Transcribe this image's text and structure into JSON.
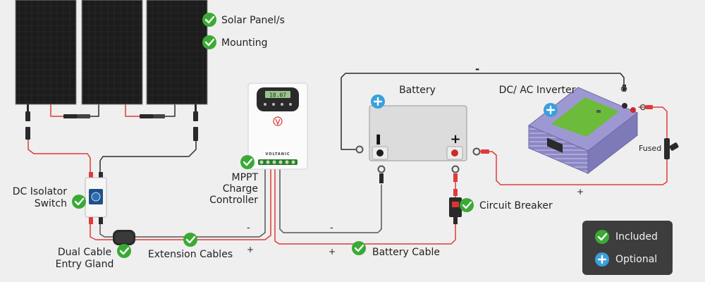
{
  "labels": {
    "solar_panels": "Solar Panel/s",
    "mounting": "Mounting",
    "mppt_line1": "MPPT",
    "mppt_line2": "Charge",
    "mppt_line3": "Controller",
    "dc_isolator_line1": "DC Isolator",
    "dc_isolator_line2": "Switch",
    "gland_line1": "Dual Cable",
    "gland_line2": "Entry Gland",
    "extension_cables": "Extension Cables",
    "battery": "Battery",
    "battery_cable": "Battery Cable",
    "circuit_breaker": "Circuit Breaker",
    "inverter": "DC/ AC Inverter",
    "fused": "Fused",
    "brand": "VOLTANIC",
    "lcd": "18.07"
  },
  "polarity": {
    "neg": "-",
    "pos": "+",
    "battery_neg_terminal": "▌",
    "battery_pos_terminal": "+"
  },
  "legend": {
    "included": "Included",
    "optional": "Optional"
  },
  "colors": {
    "background": "#efefef",
    "red_wire": "#e03a3a",
    "black_wire": "#2a2a2a",
    "gray_wire": "#555555",
    "check_green": "#3aaa35",
    "plus_blue": "#3aa0dc",
    "panel": "#1c1c1c",
    "legend_bg": "#3d3d3d",
    "inverter_purple": "#8c87c4",
    "inverter_green": "#6dbb3a"
  },
  "icons": {
    "included": "check-circle-icon",
    "optional": "plus-circle-icon"
  }
}
